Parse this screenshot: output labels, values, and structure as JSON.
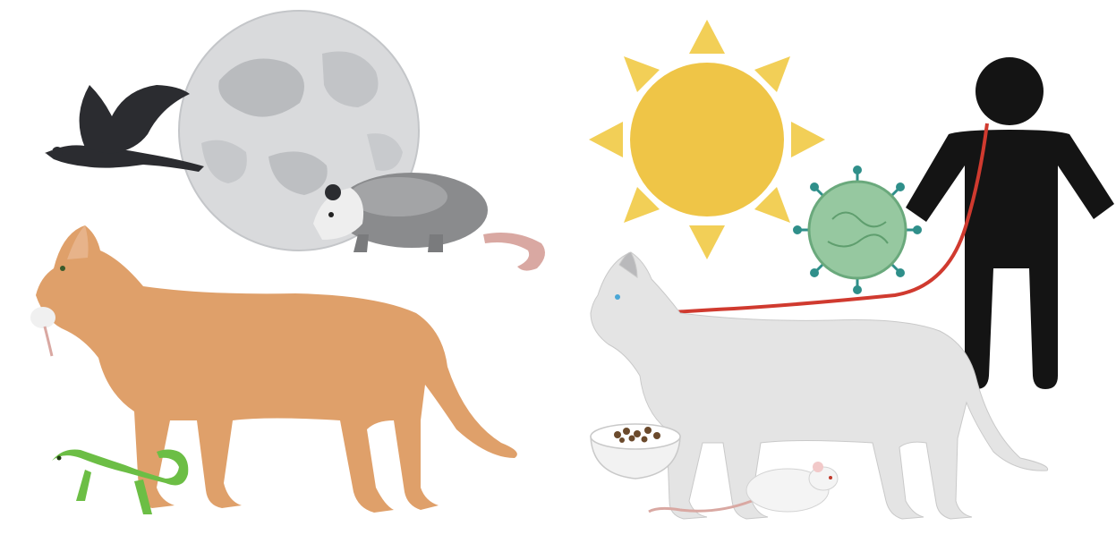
{
  "panels": [
    {
      "id": "left",
      "illustration": "wild-nighttime-predator-cat",
      "elements": [
        "crow-icon",
        "full-moon-icon",
        "opossum-icon",
        "orange-cat-icon",
        "mouse-prey-icon",
        "lizard-icon"
      ]
    },
    {
      "id": "right",
      "illustration": "indoor-daytime-cat",
      "elements": [
        "sun-icon",
        "virus-icon",
        "human-silhouette-icon",
        "transmission-arrow",
        "white-cat-icon",
        "food-bowl-icon",
        "white-mouse-icon"
      ]
    }
  ],
  "colors": {
    "background": "#ffffff",
    "moon": "#d9dadc",
    "moon_shadow": "#b9bbbe",
    "crow": "#2b2c30",
    "opossum": "#8a8b8d",
    "orange_cat": "#dfa06a",
    "lizard": "#6cbe45",
    "sun": "#efc547",
    "sun_rays": "#f2cf57",
    "virus": "#96c8a0",
    "virus_spikes": "#2f8f8a",
    "human": "#141414",
    "arrow": "#d03a2f",
    "white_cat": "#e4e4e4",
    "kibble": "#6b4a2c"
  }
}
